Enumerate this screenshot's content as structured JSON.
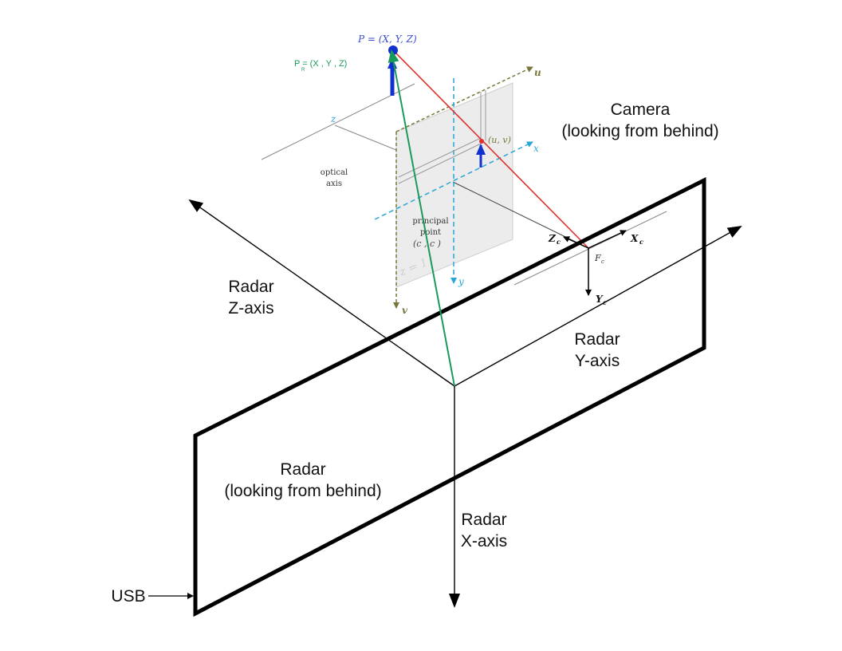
{
  "labels": {
    "camera_title": "Camera",
    "camera_subtitle": "(looking from behind)",
    "radar_title": "Radar",
    "radar_subtitle": "(looking from behind)",
    "radar_z_line1": "Radar",
    "radar_z_line2": "Z-axis",
    "radar_y_line1": "Radar",
    "radar_y_line2": "Y-axis",
    "radar_x_line1": "Radar",
    "radar_x_line2": "X-axis",
    "usb": "USB"
  },
  "camera_model": {
    "point_p": "P = (X, Y, Z)",
    "point_pr": "P  = (X , Y , Z)",
    "pr_sub": "R",
    "optical_axis_line1": "optical",
    "optical_axis_line2": "axis",
    "principal_line1": "principal",
    "principal_line2": "point",
    "principal_coords": "(c , c )",
    "uv": "(u, v)",
    "axis_u": "u",
    "axis_v": "v",
    "axis_x": "x",
    "axis_y": "y",
    "axis_z": "z",
    "plane_z": "z = 1",
    "cam_xc": "X",
    "cam_yc": "Y",
    "cam_zc": "Z",
    "cam_fc": "F",
    "sub_c": "c"
  },
  "colors": {
    "ray_red": "#e0302a",
    "ray_green": "#1a9a5a",
    "arrow_blue": "#1030d0",
    "dashed_cyan": "#2aa6d6",
    "dashed_olive": "#77773a",
    "plane_gray": "#ececec"
  }
}
